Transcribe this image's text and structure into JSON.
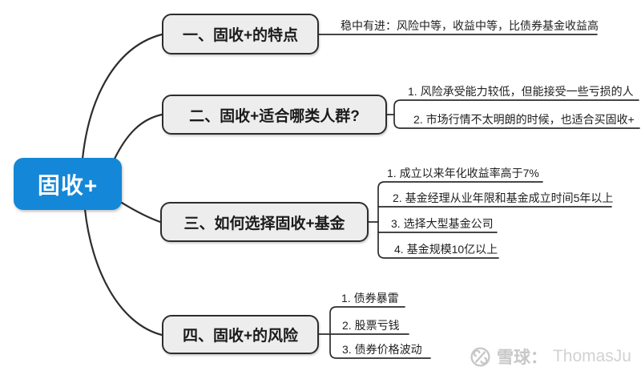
{
  "colors": {
    "accent": "#1487d8",
    "line": "#2d2d2d",
    "node_fill": "#ededed",
    "watermark": "#c7c7c7",
    "bg": "#ffffff"
  },
  "root": {
    "label": "固收+"
  },
  "branches": [
    {
      "label": "一、固收+的特点",
      "children": [
        "稳中有进：风险中等，收益中等，比债券基金收益高"
      ]
    },
    {
      "label": "二、固收+适合哪类人群?",
      "children": [
        "1. 风险承受能力较低，但能接受一些亏损的人",
        "2. 市场行情不太明朗的时候，也适合买固收+"
      ]
    },
    {
      "label": "三、如何选择固收+基金",
      "children": [
        "1. 成立以来年化收益率高于7%",
        "2. 基金经理从业年限和基金成立时间5年以上",
        "3. 选择大型基金公司",
        "4. 基金规模10亿以上"
      ]
    },
    {
      "label": "四、固收+的风险",
      "children": [
        "1. 债券暴雷",
        "2. 股票亏钱",
        "3. 债券价格波动"
      ]
    }
  ],
  "watermark": {
    "icon": "xueqiu-logo",
    "brand": "雪球：",
    "user": "ThomasJu"
  }
}
